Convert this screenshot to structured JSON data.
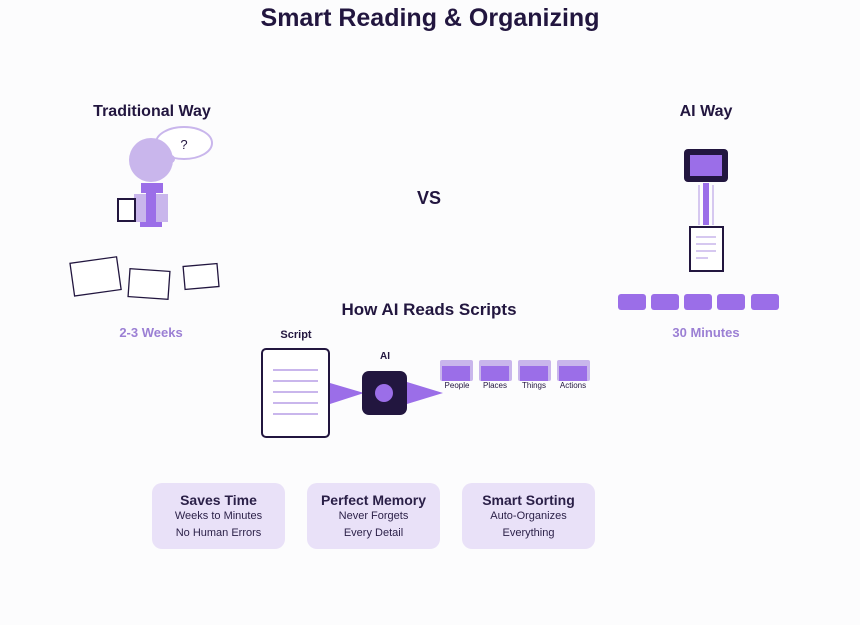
{
  "title": "Smart Reading & Organizing",
  "traditional": {
    "heading": "Traditional Way",
    "thought_mark": "?",
    "duration": "2-3 Weeks"
  },
  "versus": "VS",
  "ai": {
    "heading": "AI Way",
    "duration": "30 Minutes"
  },
  "process": {
    "heading": "How AI Reads Scripts",
    "script_label": "Script",
    "ai_label": "AI",
    "categories": [
      "People",
      "Places",
      "Things",
      "Actions"
    ]
  },
  "benefits": [
    {
      "title": "Saves Time",
      "lines": [
        "Weeks to Minutes",
        "No Human Errors"
      ]
    },
    {
      "title": "Perfect Memory",
      "lines": [
        "Never Forgets",
        "Every Detail"
      ]
    },
    {
      "title": "Smart Sorting",
      "lines": [
        "Auto-Organizes",
        "Everything"
      ]
    }
  ],
  "colors": {
    "accent": "#9b6ee8",
    "light": "#c9b6ec",
    "dark": "#22163f",
    "card": "#e9e1f8",
    "duration_text": "#9b7fd4"
  }
}
